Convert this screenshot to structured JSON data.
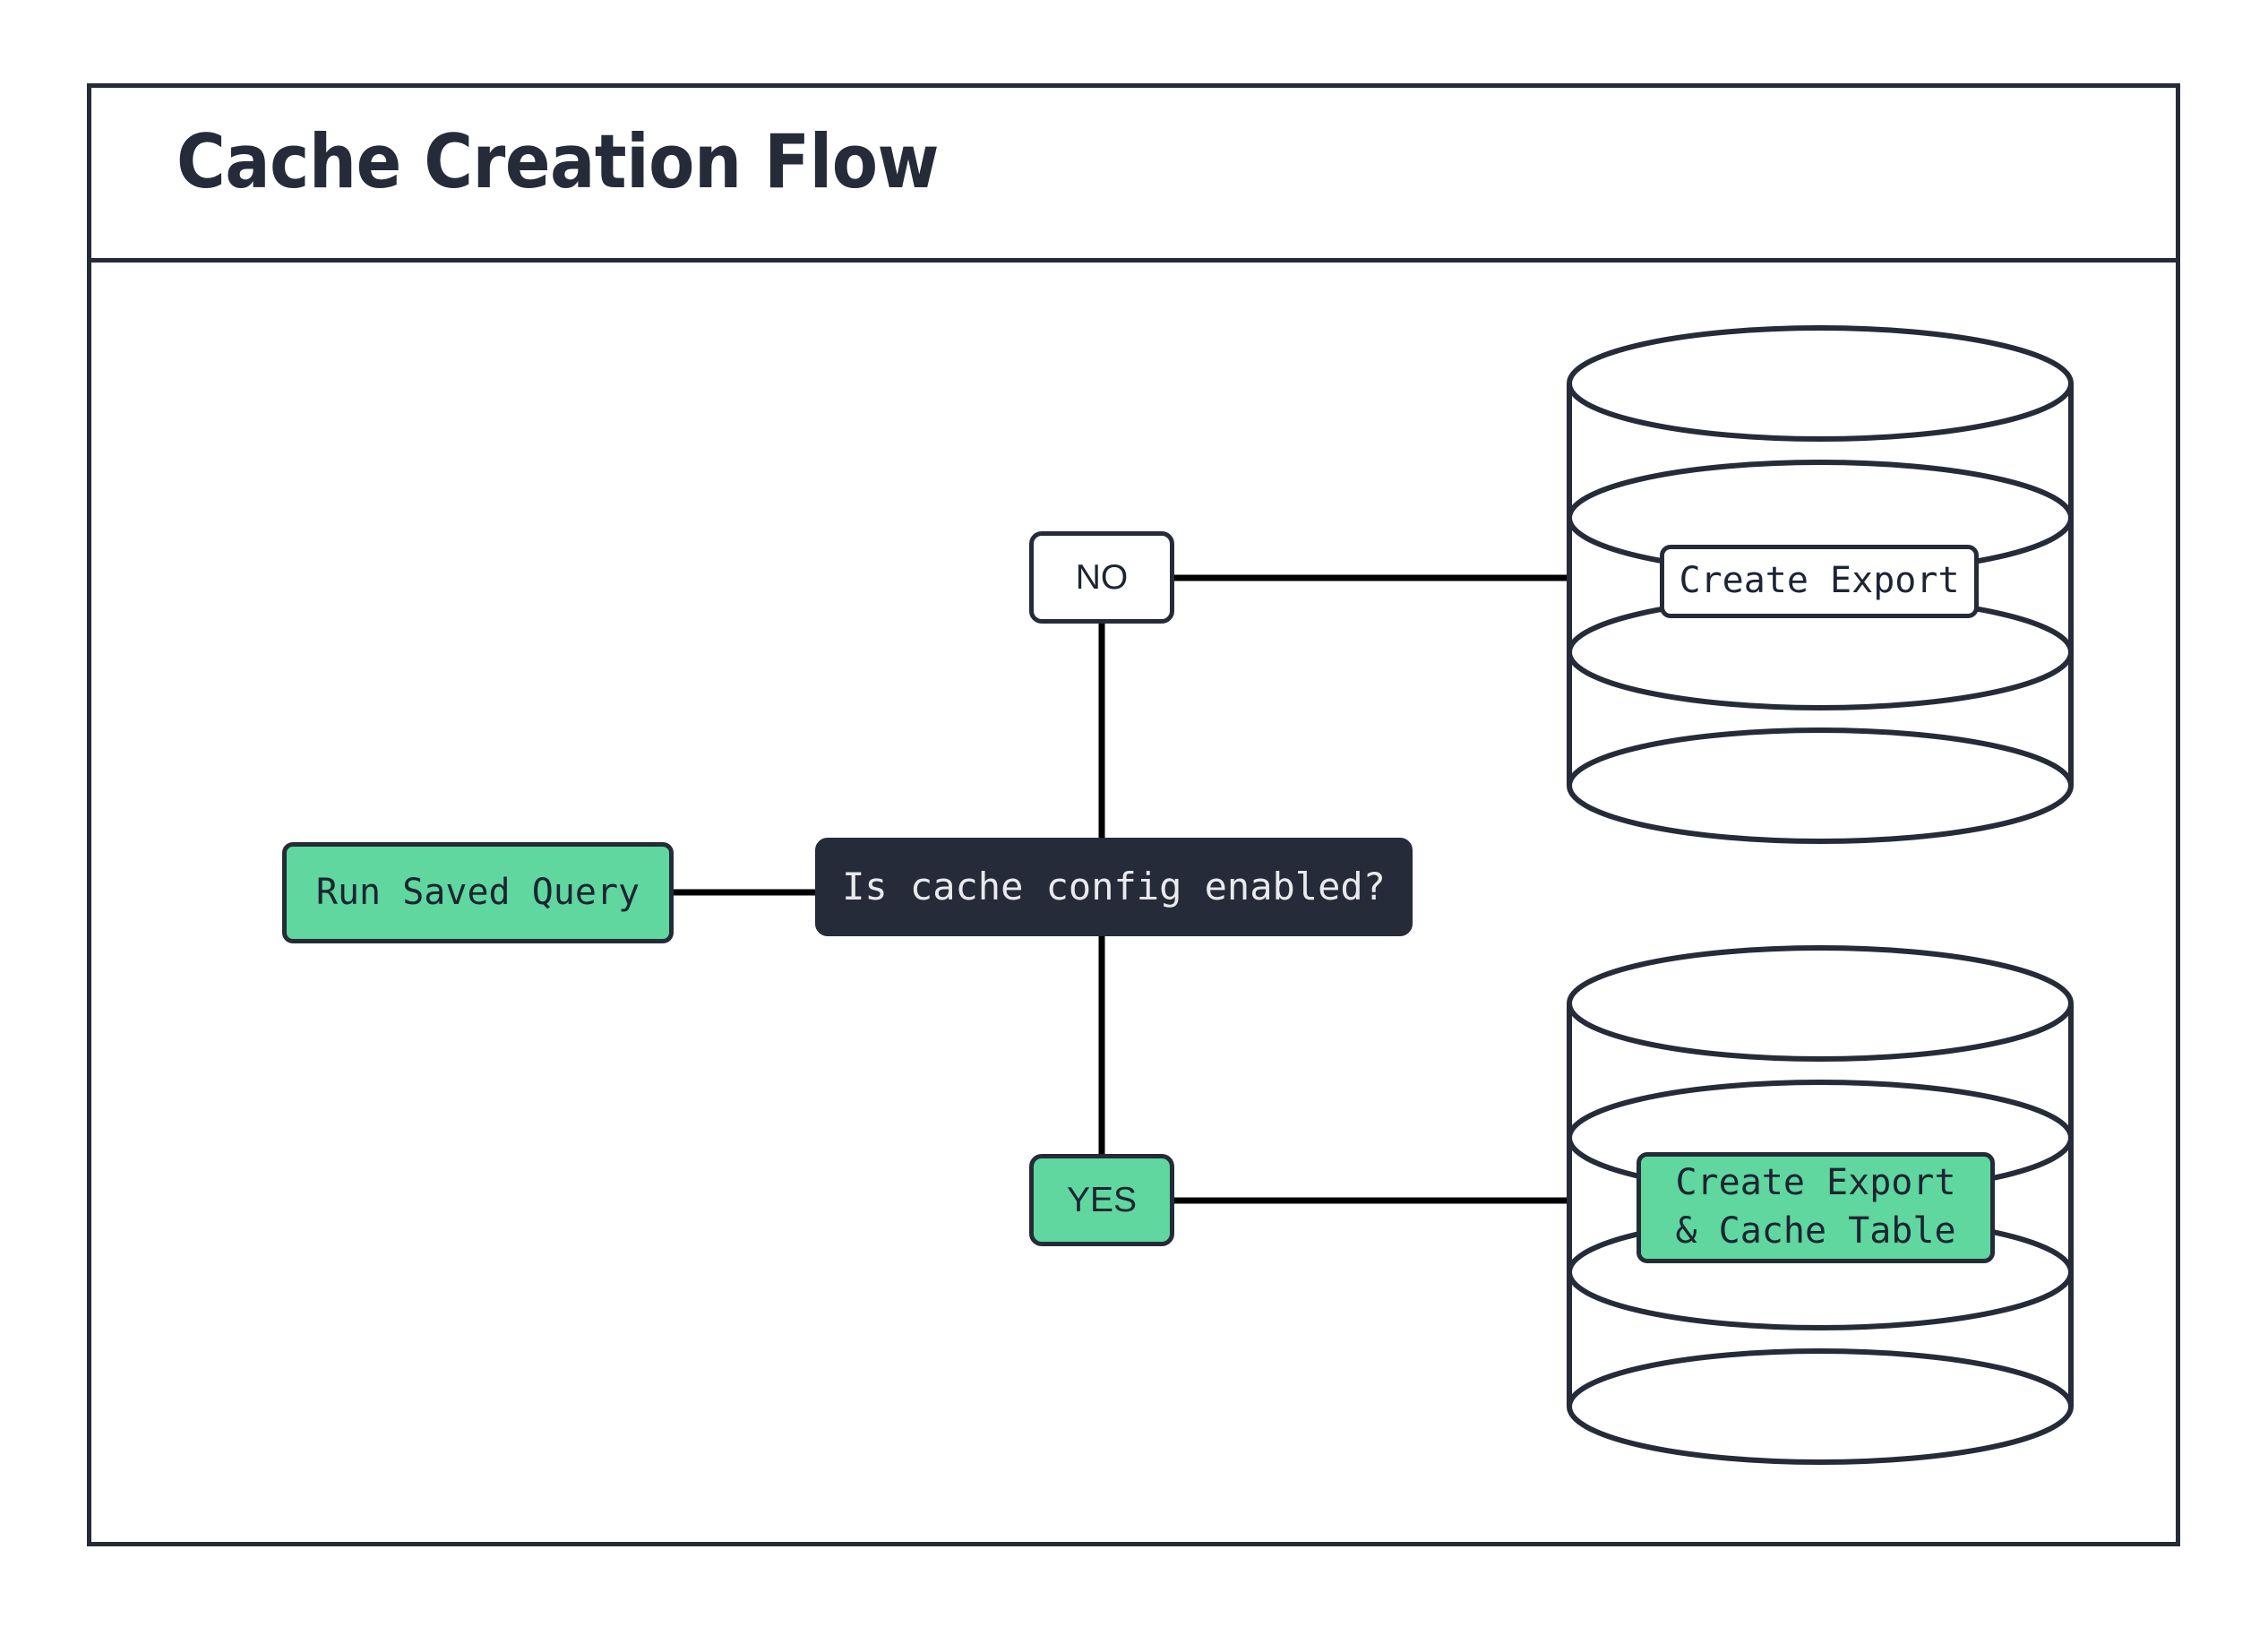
{
  "diagram": {
    "title": "Cache Creation Flow",
    "colors": {
      "stroke": "#252b38",
      "green": "#5fd79e",
      "dark_node_bg": "#252b38",
      "dark_node_text": "#e8eaee",
      "white": "#ffffff",
      "connector": "#000000"
    },
    "nodes": {
      "run_saved_query": "Run Saved Query",
      "decision": "Is cache config enabled?",
      "branch_no": "NO",
      "branch_yes": "YES",
      "database_export_label": "Create Export",
      "database_cache_label_line1": "Create Export",
      "database_cache_label_line2": "& Cache Table",
      "database_cache_label": "Create Export\n& Cache Table"
    },
    "shapes": {
      "top_database": "database-cylinder",
      "bottom_database": "database-cylinder"
    },
    "edges": [
      {
        "from": "run_saved_query",
        "to": "decision",
        "label": ""
      },
      {
        "from": "decision",
        "to": "branch_no",
        "label": "NO"
      },
      {
        "from": "decision",
        "to": "branch_yes",
        "label": "YES"
      },
      {
        "from": "branch_no",
        "to": "database_export_label",
        "label": ""
      },
      {
        "from": "branch_yes",
        "to": "database_cache_label",
        "label": ""
      }
    ]
  }
}
